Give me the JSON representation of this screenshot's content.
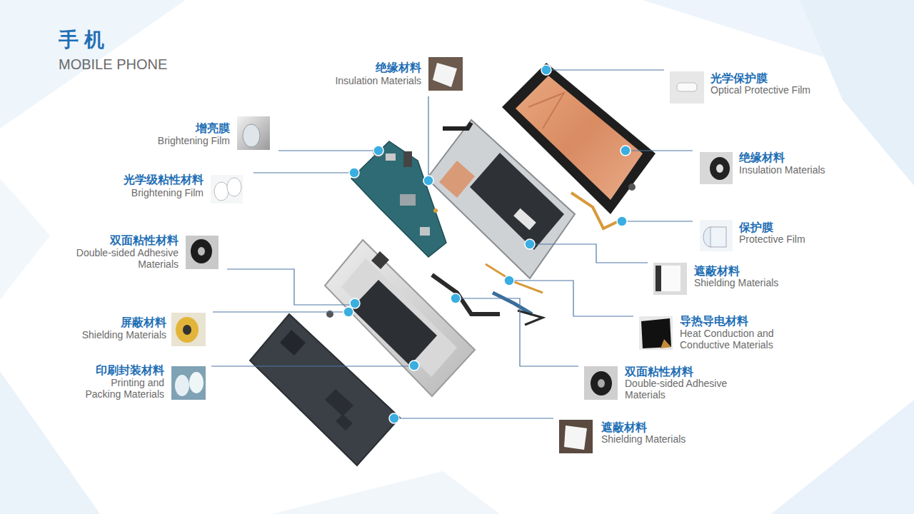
{
  "diagram": {
    "title": "手机",
    "labels": [
      "MOBILE PHONE",
      "绝缘材料",
      "Insulation Materials",
      "光学保护膜",
      "Optical Protective Film",
      "增亮膜",
      "Brightening Film",
      "绝缘材料",
      "Insulation Materials",
      "光学级粘性材料",
      "Brightening Film",
      "双面粘性材料",
      "Double-sided Adhesive Materials",
      "保护膜",
      "Protective Film",
      "遮蔽材料",
      "Shielding Materials",
      "屏蔽材料",
      "Shielding Materials",
      "导热导电材料",
      "Heat Conduction and Conductive Materials",
      "印刷封装材料",
      "Printing and Packing Materials",
      "双面粘性材料",
      "Double-sided Adhesive Materials",
      "遮蔽材料",
      "Shielding Materials"
    ]
  }
}
